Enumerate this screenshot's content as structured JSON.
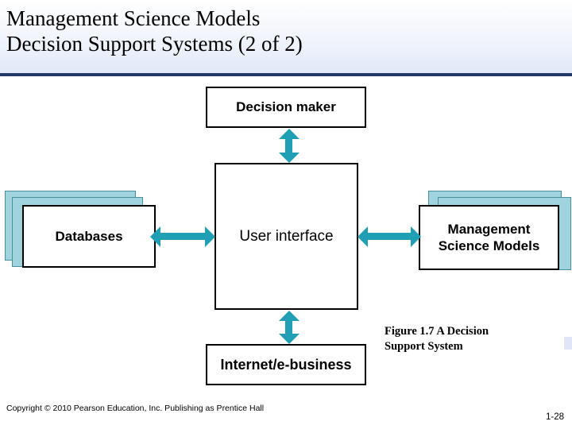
{
  "slide": {
    "title_line1": "Management Science Models",
    "title_line2": "Decision Support Systems (2 of 2)",
    "copyright": "Copyright © 2010 Pearson Education, Inc. Publishing as Prentice Hall",
    "slide_number": "1-28",
    "accent_color": "#1f9eb4",
    "header_rule_color": "#1f3864",
    "stack_color": "#9fd4df"
  },
  "figure": {
    "caption_line1": "Figure 1.7  A Decision",
    "caption_line2": "Support System",
    "nodes": {
      "decision_maker": "Decision maker",
      "user_interface": "User interface",
      "internet": "Internet/e-business",
      "databases": "Databases",
      "models_line1": "Management",
      "models_line2": "Science Models"
    },
    "connections": [
      "decision-maker <-> user-interface",
      "databases <-> user-interface",
      "user-interface <-> management-science-models",
      "user-interface <-> internet-e-business"
    ]
  }
}
